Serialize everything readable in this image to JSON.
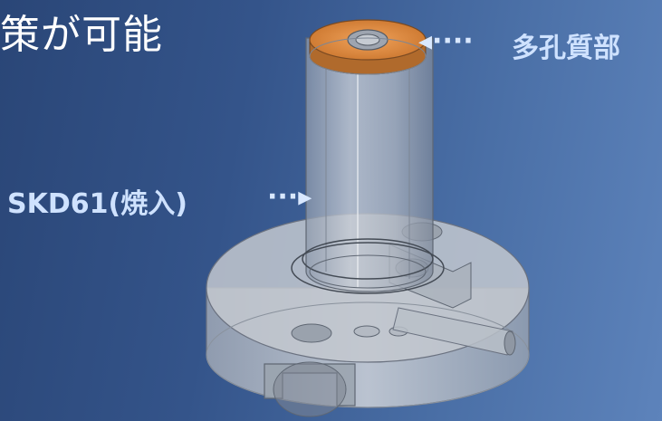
{
  "slide": {
    "heading": "策が可能",
    "labels": {
      "porous": "多孔質部",
      "skd": "SKD61(焼入)"
    },
    "arrows": {
      "porous": "◂····",
      "skd": "···▸"
    }
  },
  "colors": {
    "background_left": "#2a4677",
    "background_right": "#5d83bb",
    "porous_part": "#e08a3c",
    "label_text": "#cfe2ff"
  },
  "icons": {
    "model": "mold-3d-model-icon"
  }
}
